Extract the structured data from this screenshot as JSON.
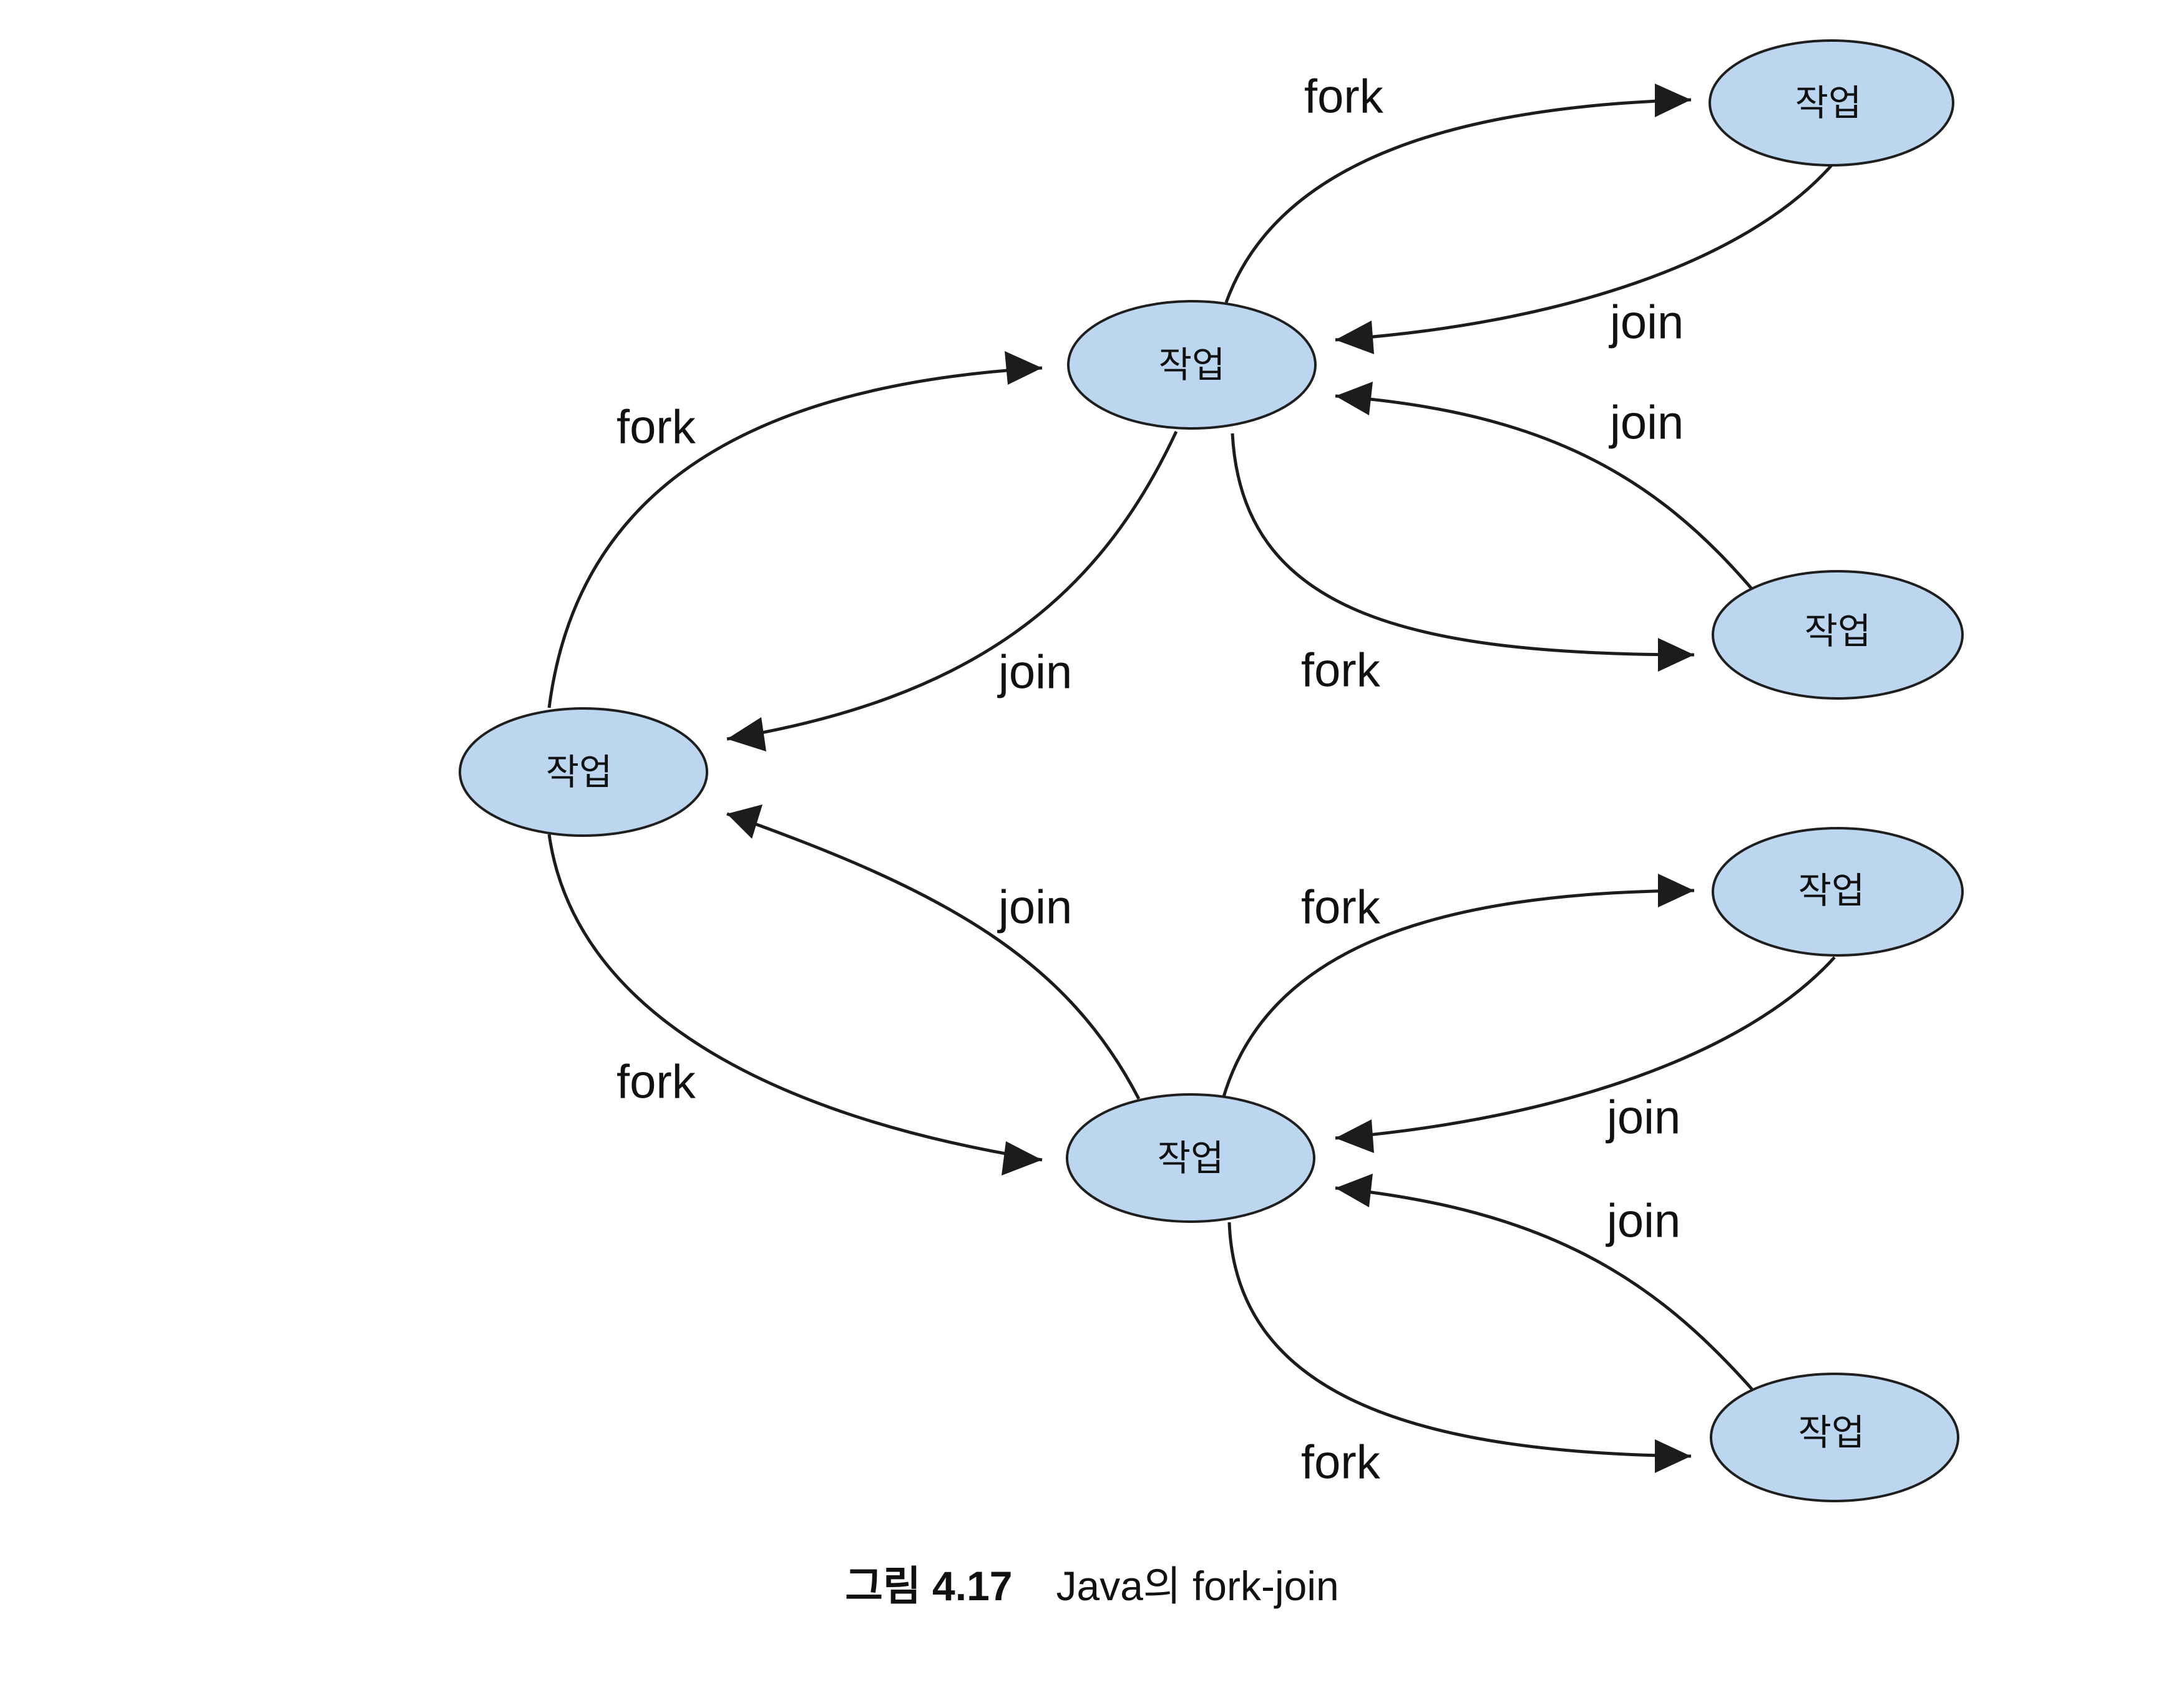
{
  "nodes": [
    {
      "id": "root",
      "label": "작업"
    },
    {
      "id": "upper-mid",
      "label": "작업"
    },
    {
      "id": "lower-mid",
      "label": "작업"
    },
    {
      "id": "upper-top",
      "label": "작업"
    },
    {
      "id": "upper-bottom",
      "label": "작업"
    },
    {
      "id": "lower-top",
      "label": "작업"
    },
    {
      "id": "lower-bottom",
      "label": "작업"
    }
  ],
  "edges": [
    {
      "from": "root",
      "to": "upper-mid",
      "label": "fork"
    },
    {
      "from": "upper-mid",
      "to": "root",
      "label": "join"
    },
    {
      "from": "root",
      "to": "lower-mid",
      "label": "fork"
    },
    {
      "from": "lower-mid",
      "to": "root",
      "label": "join"
    },
    {
      "from": "upper-mid",
      "to": "upper-top",
      "label": "fork"
    },
    {
      "from": "upper-top",
      "to": "upper-mid",
      "label": "join"
    },
    {
      "from": "upper-mid",
      "to": "upper-bottom",
      "label": "fork"
    },
    {
      "from": "upper-bottom",
      "to": "upper-mid",
      "label": "join"
    },
    {
      "from": "lower-mid",
      "to": "lower-top",
      "label": "fork"
    },
    {
      "from": "lower-top",
      "to": "lower-mid",
      "label": "join"
    },
    {
      "from": "lower-mid",
      "to": "lower-bottom",
      "label": "fork"
    },
    {
      "from": "lower-bottom",
      "to": "lower-mid",
      "label": "join"
    }
  ],
  "caption": {
    "number": "그림 4.17",
    "text": "Java의 fork-join"
  },
  "colors": {
    "node_fill": "#bcd6f0",
    "stroke": "#1c1c1c"
  }
}
